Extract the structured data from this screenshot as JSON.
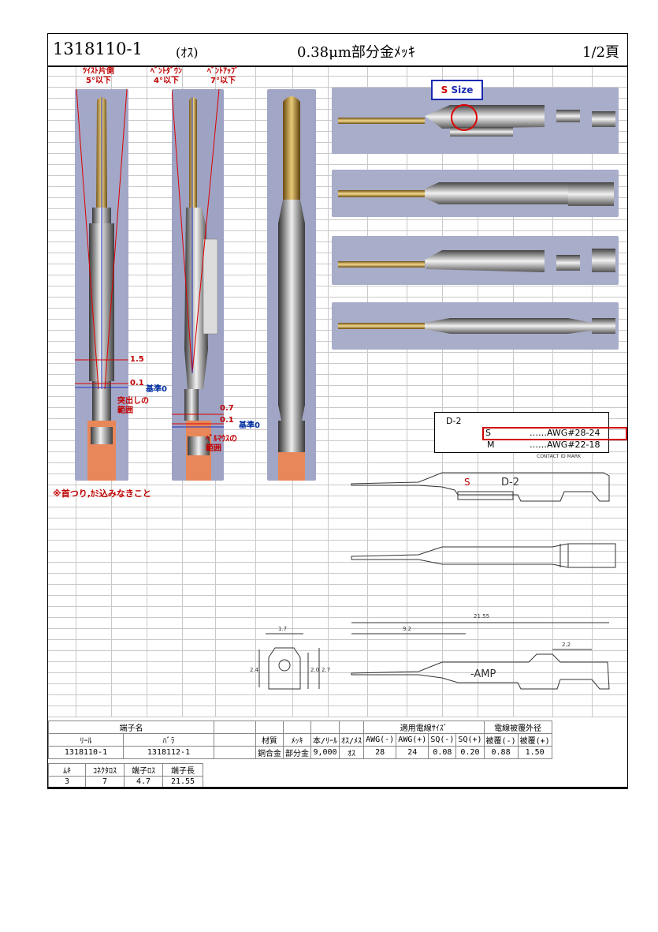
{
  "header": {
    "part_number": "1318110-1",
    "sex": "(ｵｽ)",
    "plating": "0.38μm部分金ﾒｯｷ",
    "page": "1/2頁"
  },
  "annotations": {
    "twist_title": "ﾂｲｽﾄ片側",
    "twist_value": "5°以下",
    "bend_down_title": "ﾍﾞﾝﾄﾀﾞｳﾝ",
    "bend_down_value": "4°以下",
    "bend_up_title": "ﾍﾞﾝﾄｱｯﾌﾟ",
    "bend_up_value": "7°以下",
    "dim_15": "1.5",
    "dim_01a": "0.1",
    "ref_a": "基準0",
    "protrusion": "突出しの",
    "protrusion2": "範囲",
    "dim_07": "0.7",
    "dim_01b": "0.1",
    "ref_b": "基準0",
    "bellmouth": "ﾍﾞﾙﾏｳｽの",
    "bellmouth2": "範囲",
    "note": "※首つり,ｶﾐ込みなきこと"
  },
  "size_label": {
    "letter": "S",
    "word": "Size"
  },
  "d2_box": {
    "title": "D-2",
    "s_label": "S",
    "s_value": "……AWG#28-24",
    "m_label": "M",
    "m_value": "……AWG#22-18"
  },
  "drawing_labels": {
    "contact_id": "CONTACT ID MARK",
    "d2_mark": "D-2",
    "s_mark": "S",
    "amp_mark": "-AMP",
    "dim_2155": "21.55",
    "dim_92": "9.2",
    "dim_22": "2.2",
    "dim_17": "1.7",
    "dim_24": "2.4",
    "dim_20": "2.0",
    "dim_27": "2.7"
  },
  "spec_table": {
    "name_header": "端子名",
    "reel_header": "ﾘｰﾙ",
    "loose_header": "ﾊﾞﾗ",
    "reel_value": "1318110-1",
    "loose_value": "1318112-1",
    "headers": [
      "材質",
      "ﾒｯｷ",
      "本/ﾘｰﾙ",
      "ｵｽ/ﾒｽ",
      "AWG(-)",
      "AWG(+)",
      "SQ(-)",
      "SQ(+)",
      "被覆(-)",
      "被覆(+)"
    ],
    "values": [
      "銅合金",
      "部分金",
      "9,000",
      "ｵｽ",
      "28",
      "24",
      "0.08",
      "0.20",
      "0.88",
      "1.50"
    ],
    "wire_size_header": "適用電線ｻｲｽﾞ",
    "sheath_header": "電線被覆外径",
    "sub_headers": [
      "ﾑｷ",
      "ｺﾈｸﾀﾛｽ",
      "端子ﾛｽ",
      "端子長"
    ],
    "sub_values": [
      "3",
      "7",
      "4.7",
      "21.55"
    ]
  },
  "colors": {
    "annotation_red": "#c00000",
    "annotation_blue": "#002fa0",
    "photo_background": "#9ea3c4",
    "wire_orange": "#e8875a"
  }
}
